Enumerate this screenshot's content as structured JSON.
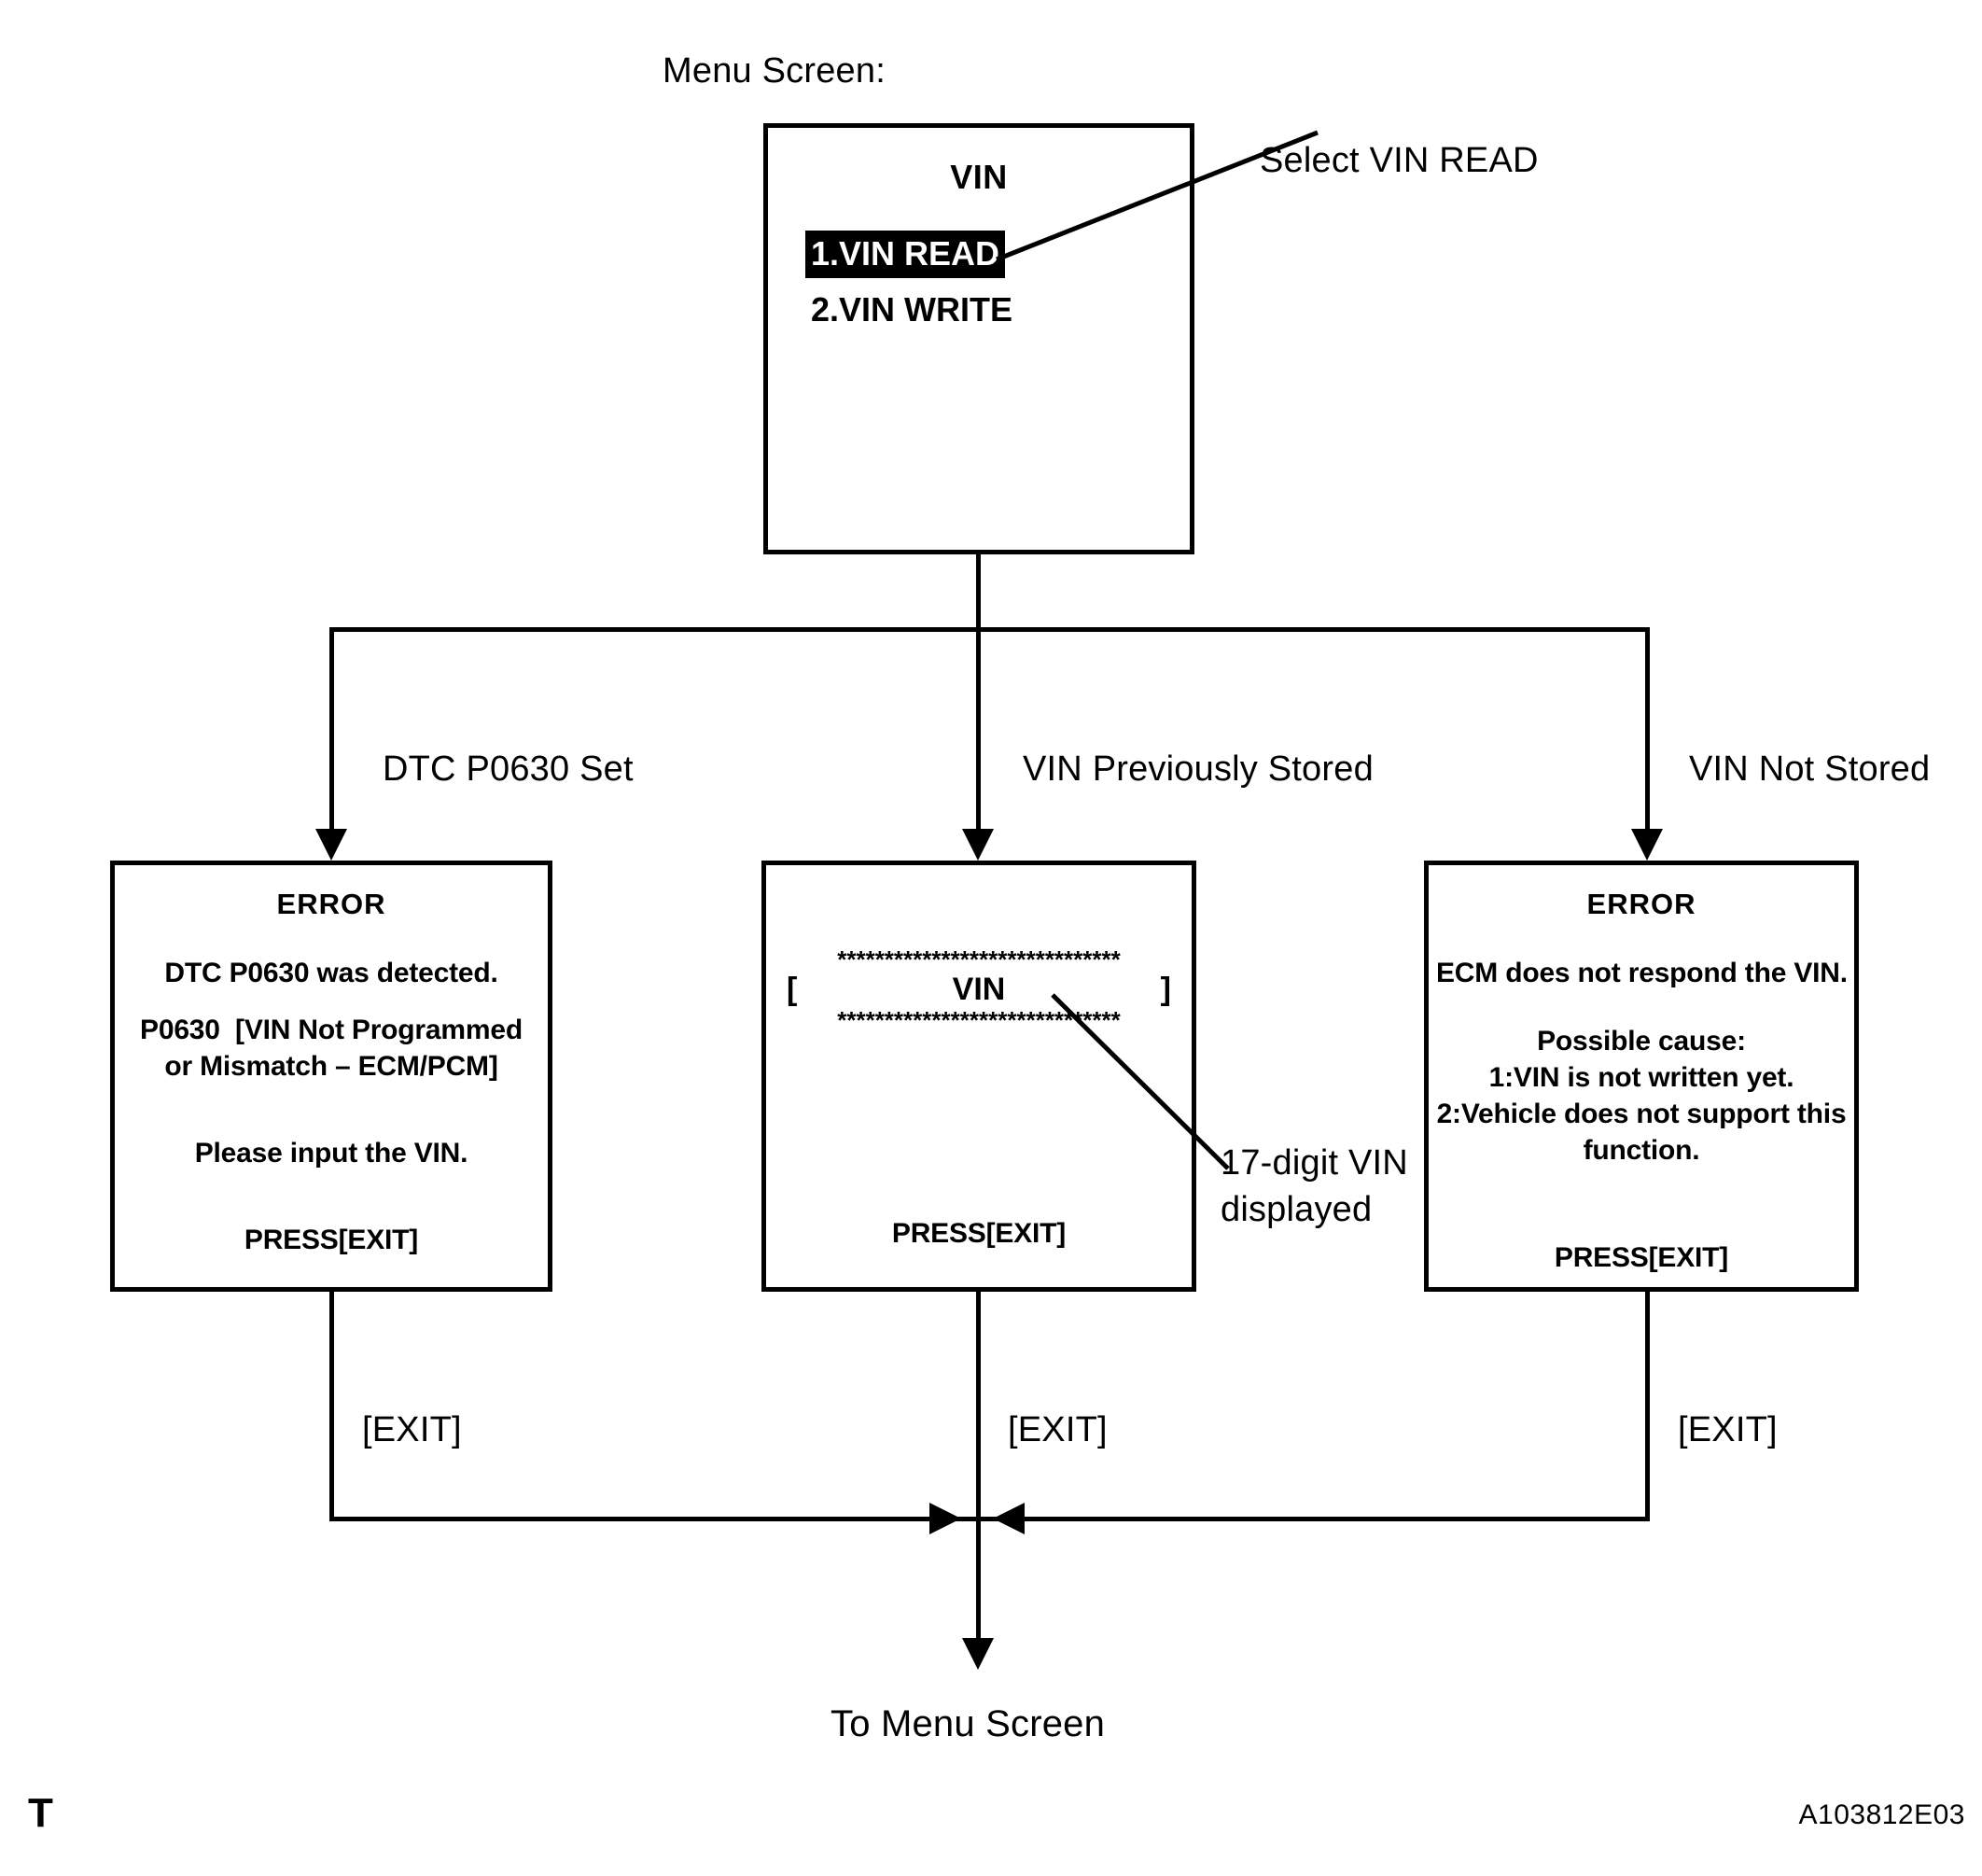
{
  "figure": {
    "menu_screen_label": "Menu Screen:",
    "corner_mark": "T",
    "figure_id": "A103812E03",
    "bottom_label": "To Menu Screen"
  },
  "menu_box": {
    "title": "VIN",
    "items": [
      {
        "label": "1.VIN READ",
        "selected": true
      },
      {
        "label": "2.VIN WRITE",
        "selected": false
      }
    ],
    "callout": "Select VIN READ"
  },
  "branches": [
    {
      "label": "DTC P0630 Set"
    },
    {
      "label": "VIN Previously Stored"
    },
    {
      "label": "VIN Not Stored"
    }
  ],
  "dialogs": {
    "left": {
      "title": "ERROR",
      "lines": [
        "DTC P0630 was detected.",
        "P0630  [VIN Not Programmed",
        "or Mismatch – ECM/PCM]",
        "Please input the VIN."
      ],
      "footer": "PRESS[EXIT]"
    },
    "center": {
      "star_row": "******************************",
      "bracket_open": "[",
      "vin_label": "VIN",
      "bracket_close": "]",
      "footer": "PRESS[EXIT]",
      "callout_line1": "17-digit VIN",
      "callout_line2": "displayed"
    },
    "right": {
      "title": "ERROR",
      "lines": [
        "ECM does not respond the VIN.",
        "Possible cause:",
        "1:VIN is not written yet.",
        "2:Vehicle does not support this",
        "function."
      ],
      "footer": "PRESS[EXIT]"
    }
  },
  "exit_labels": [
    "[EXIT]",
    "[EXIT]",
    "[EXIT]"
  ],
  "colors": {
    "line": "#000000",
    "background": "#ffffff",
    "highlight_bg": "#000000",
    "highlight_fg": "#ffffff"
  }
}
